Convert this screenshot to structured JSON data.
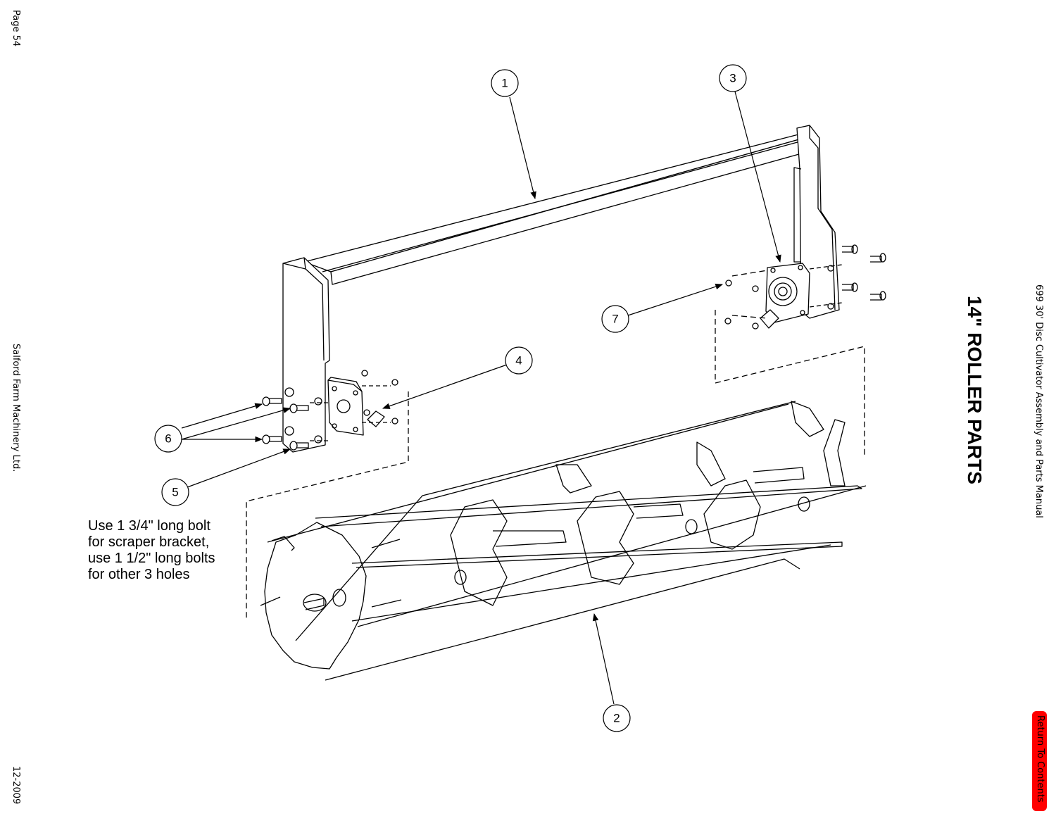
{
  "page_number": "Page 54",
  "company": "Salford Farm Machinery Ltd.",
  "date": "12-2009",
  "manual_title": "699 30' Disc Cultivator Assembly and Parts Manual",
  "section_title": "14\" ROLLER PARTS",
  "return_button": "Return To Contents",
  "note": {
    "line1": "Use 1 3/4\" long bolt",
    "line2": "for scraper bracket,",
    "line3": "use 1 1/2\" long bolts",
    "line4": "for other 3 holes"
  },
  "callouts": [
    "1",
    "2",
    "3",
    "4",
    "5",
    "6",
    "7"
  ],
  "colors": {
    "button": "#ff0000",
    "line": "#000000"
  }
}
